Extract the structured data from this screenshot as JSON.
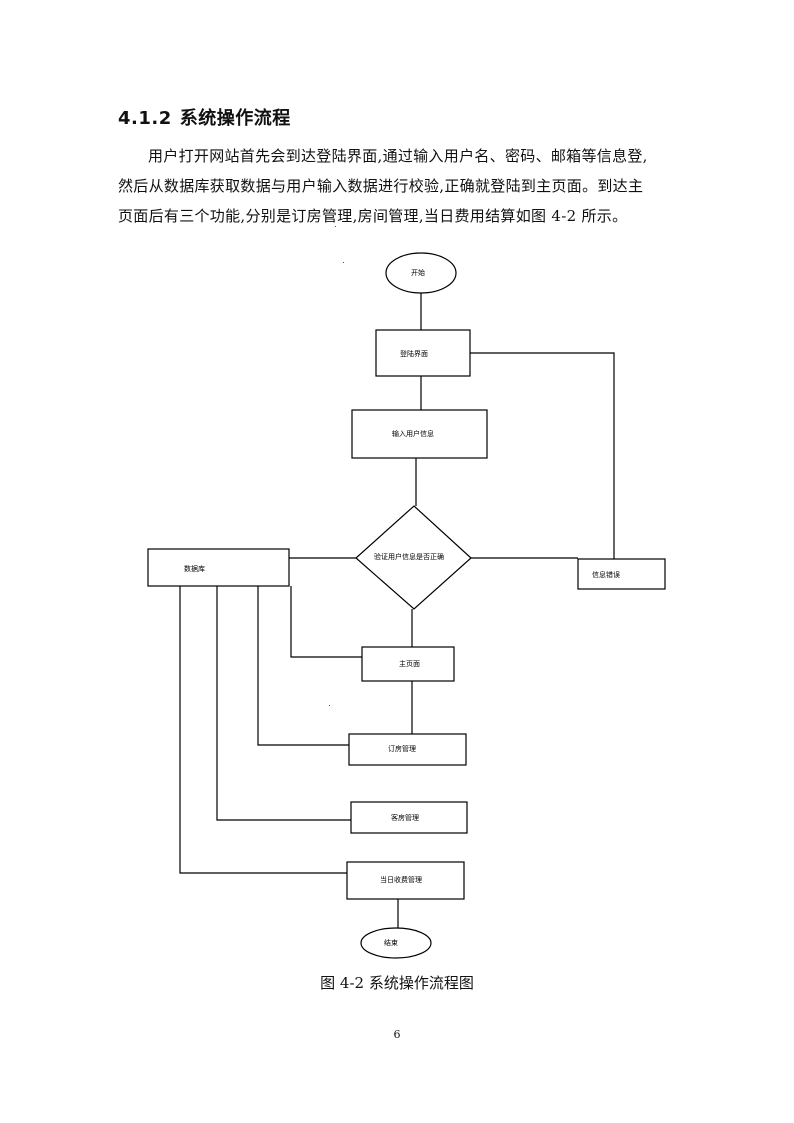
{
  "section": {
    "number": "4.1.2",
    "title": "系统操作流程"
  },
  "paragraph": {
    "line1": "用户打开网站首先会到达登陆界面,通过输入用户名、密码、邮箱等信息登,",
    "line2": "然后从数据库获取数据与用户输入数据进行校验,正确就登陆到主页面。到达主",
    "line3": "页面后有三个功能,分别是订房管理,房间管理,当日费用结算如图 4-2 所示。"
  },
  "flowchart": {
    "start": "开始",
    "login": "登陆界面",
    "input": "输入用户信息",
    "verify": "验证用户信息是否正确",
    "database": "数据库",
    "error": "信息错误",
    "main": "主页面",
    "booking": "订房管理",
    "room": "客房管理",
    "daily": "当日收费管理",
    "end": "结束"
  },
  "caption": "图 4-2 系统操作流程图",
  "page_number": "6"
}
